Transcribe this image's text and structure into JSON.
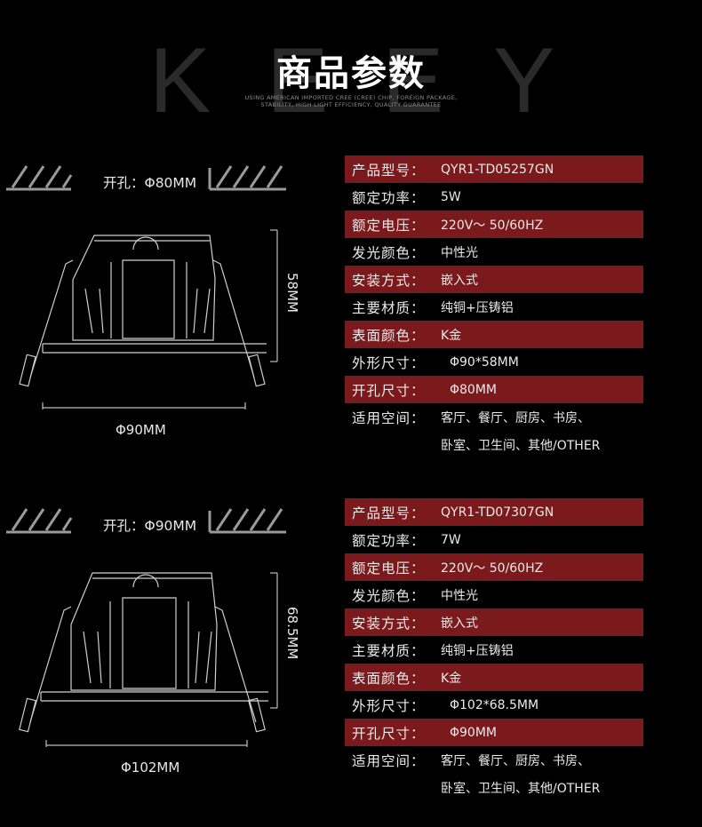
{
  "header": {
    "watermark_letters": [
      "K",
      "E",
      "E",
      "Y"
    ],
    "title": "商品参数",
    "subtitle_line1": "USING AMERICAN IMPORTED CREE (CREE) CHIP, FOREIGN PACKAGE,",
    "subtitle_line2": "STABILITY, HIGH LIGHT EFFICIENCY, QUALITY GUARANTEE"
  },
  "colors": {
    "accent_row": "#7a1a1d",
    "background": "#000000"
  },
  "products": [
    {
      "hole_label": "开孔：Φ80MM",
      "height_label": "58MM",
      "width_label": "Φ90MM",
      "specs": [
        {
          "label": "产品型号：",
          "value": "QYR1-TD05257GN"
        },
        {
          "label": "额定功率：",
          "value": "5W"
        },
        {
          "label": "额定电压：",
          "value": "220V～  50/60HZ"
        },
        {
          "label": "发光颜色：",
          "value": "中性光"
        },
        {
          "label": "安装方式：",
          "value": "嵌入式"
        },
        {
          "label": "主要材质：",
          "value": "纯铜+压铸铝"
        },
        {
          "label": "表面颜色：",
          "value": "K金"
        },
        {
          "label": "外形尺寸：",
          "value": "Φ90*58MM"
        },
        {
          "label": "开孔尺寸：",
          "value": "Φ80MM"
        },
        {
          "label": "适用空间：",
          "value": "客厅、餐厅、厨房、书房、"
        },
        {
          "label": "",
          "value": "卧室、卫生间、其他/OTHER"
        }
      ]
    },
    {
      "hole_label": "开孔：Φ90MM",
      "height_label": "68.5MM",
      "width_label": "Φ102MM",
      "specs": [
        {
          "label": "产品型号：",
          "value": "QYR1-TD07307GN"
        },
        {
          "label": "额定功率：",
          "value": "7W"
        },
        {
          "label": "额定电压：",
          "value": "220V～  50/60HZ"
        },
        {
          "label": "发光颜色：",
          "value": "中性光"
        },
        {
          "label": "安装方式：",
          "value": "嵌入式"
        },
        {
          "label": "主要材质：",
          "value": "纯铜+压铸铝"
        },
        {
          "label": "表面颜色：",
          "value": "K金"
        },
        {
          "label": "外形尺寸：",
          "value": "Φ102*68.5MM"
        },
        {
          "label": "开孔尺寸：",
          "value": "Φ90MM"
        },
        {
          "label": "适用空间：",
          "value": "客厅、餐厅、厨房、书房、"
        },
        {
          "label": "",
          "value": "卧室、卫生间、其他/OTHER"
        }
      ]
    }
  ]
}
